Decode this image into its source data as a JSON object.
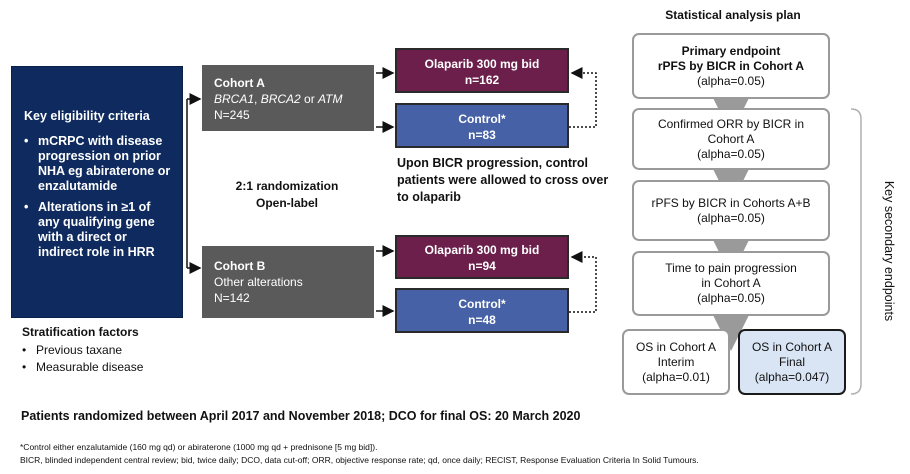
{
  "eligibility": {
    "title": "Key eligibility criteria",
    "bullets": [
      "mCRPC with disease progression on prior NHA eg abiraterone or enzalutamide",
      "Alterations in ≥1 of any qualifying gene with a direct or indirect role in HRR"
    ]
  },
  "stratification": {
    "title": "Stratification factors",
    "items": [
      "Previous taxane",
      "Measurable disease"
    ]
  },
  "cohort_a": {
    "title": "Cohort A",
    "genes": [
      "BRCA1",
      ", ",
      "BRCA2",
      " or ",
      "ATM"
    ],
    "n": "N=245"
  },
  "cohort_b": {
    "title": "Cohort B",
    "desc": "Other alterations",
    "n": "N=142"
  },
  "randomization": {
    "line1": "2:1 randomization",
    "line2": "Open-label"
  },
  "arms": {
    "a_olaparib": {
      "label": "Olaparib 300 mg bid",
      "n": "n=162"
    },
    "a_control": {
      "label": "Control*",
      "n": "n=83"
    },
    "b_olaparib": {
      "label": "Olaparib 300 mg bid",
      "n": "n=94"
    },
    "b_control": {
      "label": "Control*",
      "n": "n=48"
    }
  },
  "crossover_note": "Upon BICR progression, control patients were allowed to cross over to olaparib",
  "sap": {
    "title": "Statistical analysis plan",
    "primary": {
      "line1": "Primary endpoint",
      "line2": "rPFS by BICR in Cohort A",
      "alpha": "(alpha=0.05)"
    },
    "orr": {
      "line1": "Confirmed ORR by BICR in Cohort A",
      "alpha": "(alpha=0.05)"
    },
    "rpfs_ab": {
      "line1": "rPFS by BICR in Cohorts A+B",
      "alpha": "(alpha=0.05)"
    },
    "pain": {
      "line1": "Time to pain progression in Cohort A",
      "alpha": "(alpha=0.05)"
    },
    "os_interim": {
      "line1": "OS in Cohort A",
      "line2": "Interim",
      "alpha": "(alpha=0.01)"
    },
    "os_final": {
      "line1": "OS in Cohort A",
      "line2": "Final",
      "alpha": "(alpha=0.047)"
    },
    "secondary_label": "Key secondary endpoints"
  },
  "randomized_note": "Patients randomized between April 2017 and November 2018; DCO for final OS: 20 March 2020",
  "footnotes": {
    "control": "*Control either enzalutamide (160 mg qd) or abiraterone (1000 mg qd + prednisone [5 mg bid]).",
    "abbrev": "BICR, blinded independent central review; bid, twice daily; DCO, data cut-off; ORR, objective response rate; qd, once daily; RECIST, Response Evaluation Criteria In Solid Tumours."
  }
}
